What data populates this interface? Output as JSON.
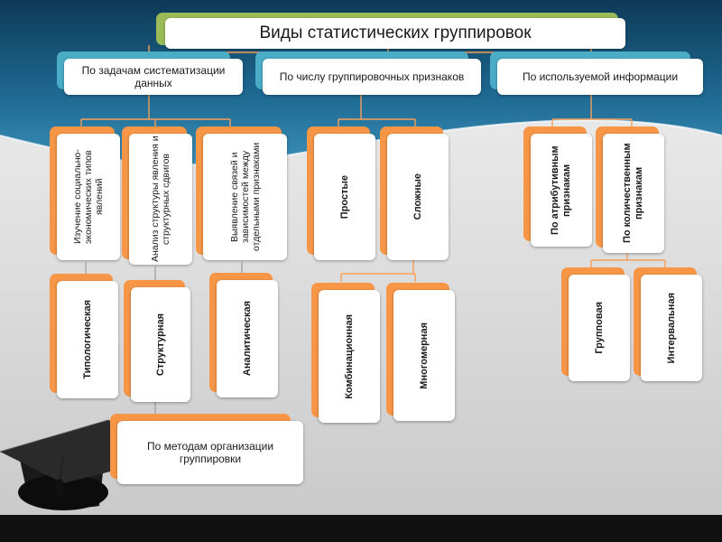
{
  "title": "Виды статистических группировок",
  "categories": [
    {
      "label": "По задачам систематизации данных"
    },
    {
      "label": "По числу группировочных признаков"
    },
    {
      "label": "По используемой информации"
    }
  ],
  "tasks": [
    {
      "label": "Изучение социально-экономических типов явлений"
    },
    {
      "label": "Анализ структуры явления и структурных сдвигов"
    },
    {
      "label": "Выявление связей и зависимостей между отдельными признаками"
    }
  ],
  "task_types": [
    {
      "label": "Типологическая"
    },
    {
      "label": "Структурная"
    },
    {
      "label": "Аналитическая"
    }
  ],
  "feature_count": [
    {
      "label": "Простые"
    },
    {
      "label": "Сложные"
    }
  ],
  "complex_types": [
    {
      "label": "Комбинационная"
    },
    {
      "label": "Многомерная"
    }
  ],
  "info_types": [
    {
      "label": "По атрибутивным признакам"
    },
    {
      "label": "По количественным признакам"
    }
  ],
  "quant_types": [
    {
      "label": "Групповая"
    },
    {
      "label": "Интервальная"
    }
  ],
  "methods": {
    "label": "По методам организации группировки"
  },
  "colors": {
    "title_accent": "#9bbb59",
    "category_accent": "#4bacc6",
    "item_accent": "#f79646",
    "connector": "#f5a05a",
    "banner": "#1f5f86"
  }
}
